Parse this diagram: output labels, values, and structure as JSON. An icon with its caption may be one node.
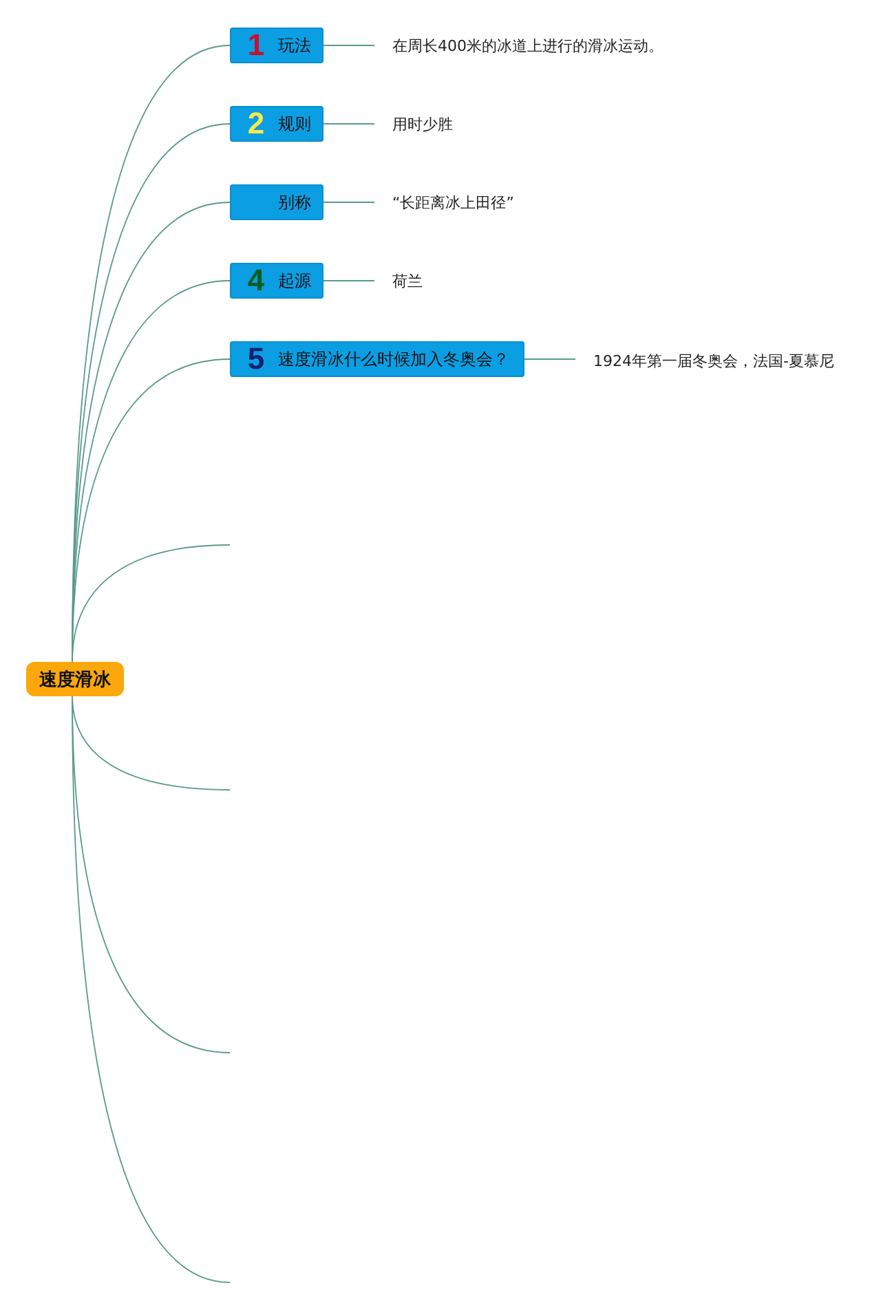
{
  "diagram": {
    "nodes": [
      {
        "text": [
          "速度滑冰"
        ]
      },
      {
        "text": [
          "1",
          "玩法"
        ]
      },
      {
        "text": [
          "2",
          "规则"
        ]
      },
      {
        "text": [
          "别称"
        ]
      },
      {
        "text": [
          "4",
          "起源"
        ]
      },
      {
        "text": [
          "5",
          "速度滑冰什么时候加入冬奥会？"
        ]
      },
      {
        "text": [
          "在周长400米的冰道上进行的滑冰运动。"
        ]
      },
      {
        "text": [
          "用时少胜"
        ]
      },
      {
        "text": [
          "“长距离冰上田径”"
        ]
      },
      {
        "text": [
          "荷兰"
        ]
      },
      {
        "text": [
          "1924年第一届冬奥会，法国-夏慕尼"
        ]
      }
    ],
    "edges": [
      {
        "from": 0,
        "to": 1,
        "arrow": "none"
      },
      {
        "from": 0,
        "to": 2,
        "arrow": "none"
      },
      {
        "from": 0,
        "to": 3,
        "arrow": "none"
      },
      {
        "from": 0,
        "to": 4,
        "arrow": "none"
      },
      {
        "from": 0,
        "to": 5,
        "arrow": "none"
      },
      {
        "from": 0,
        "to": null,
        "arrow": "none"
      },
      {
        "from": 0,
        "to": null,
        "arrow": "none"
      },
      {
        "from": 0,
        "to": null,
        "arrow": "none"
      },
      {
        "from": 0,
        "to": null,
        "arrow": "none"
      },
      {
        "from": 1,
        "to": 6,
        "arrow": "none"
      },
      {
        "from": 2,
        "to": 7,
        "arrow": "none"
      },
      {
        "from": 3,
        "to": 8,
        "arrow": "none"
      },
      {
        "from": 4,
        "to": 9,
        "arrow": "none"
      },
      {
        "from": 5,
        "to": 10,
        "arrow": "none"
      }
    ]
  }
}
